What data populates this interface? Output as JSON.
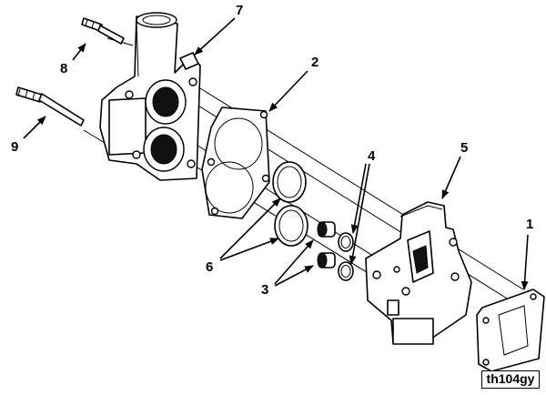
{
  "diagram": {
    "reference_code": "th104gy",
    "callouts": [
      {
        "id": "c1",
        "label": "1"
      },
      {
        "id": "c2",
        "label": "2"
      },
      {
        "id": "c3",
        "label": "3"
      },
      {
        "id": "c4",
        "label": "4"
      },
      {
        "id": "c5",
        "label": "5"
      },
      {
        "id": "c6",
        "label": "6"
      },
      {
        "id": "c7",
        "label": "7"
      },
      {
        "id": "c8",
        "label": "8"
      },
      {
        "id": "c9",
        "label": "9"
      }
    ]
  }
}
